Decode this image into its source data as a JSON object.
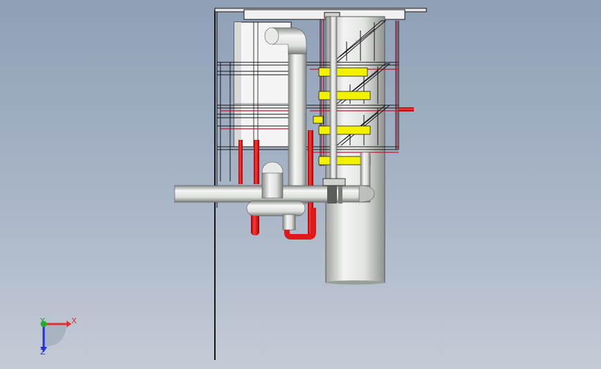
{
  "triad": {
    "x_label": "X",
    "y_label": "Y",
    "z_label": "Z",
    "x_color": "#e03030",
    "y_color": "#20b020",
    "z_color": "#2030e0"
  },
  "colors": {
    "pipe_gray": "#d8dcd8",
    "pipe_red": "#e01818",
    "equipment_yellow": "#f2f200",
    "frame_line": "#141414",
    "red_beam": "#d0102a"
  }
}
